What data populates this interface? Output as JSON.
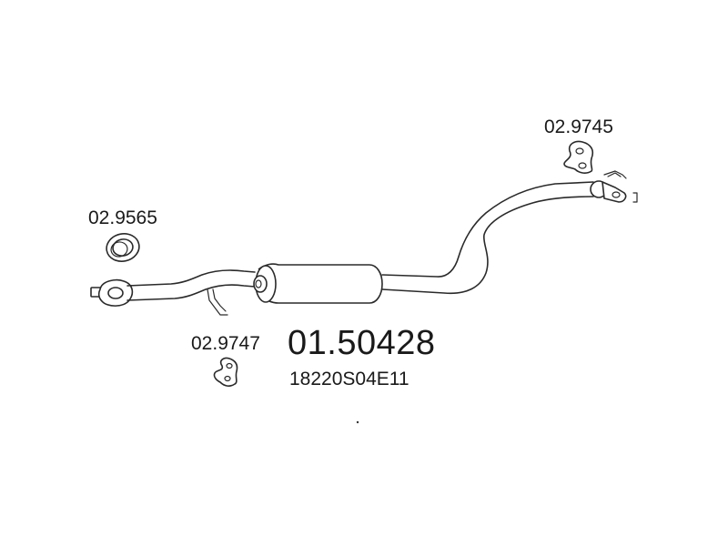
{
  "parts": {
    "main_part_number": "01.50428",
    "oe_number": "18220S04E11",
    "hanger_right": "02.9745",
    "gasket_ring": "02.9565",
    "hanger_left": "02.9747"
  }
}
